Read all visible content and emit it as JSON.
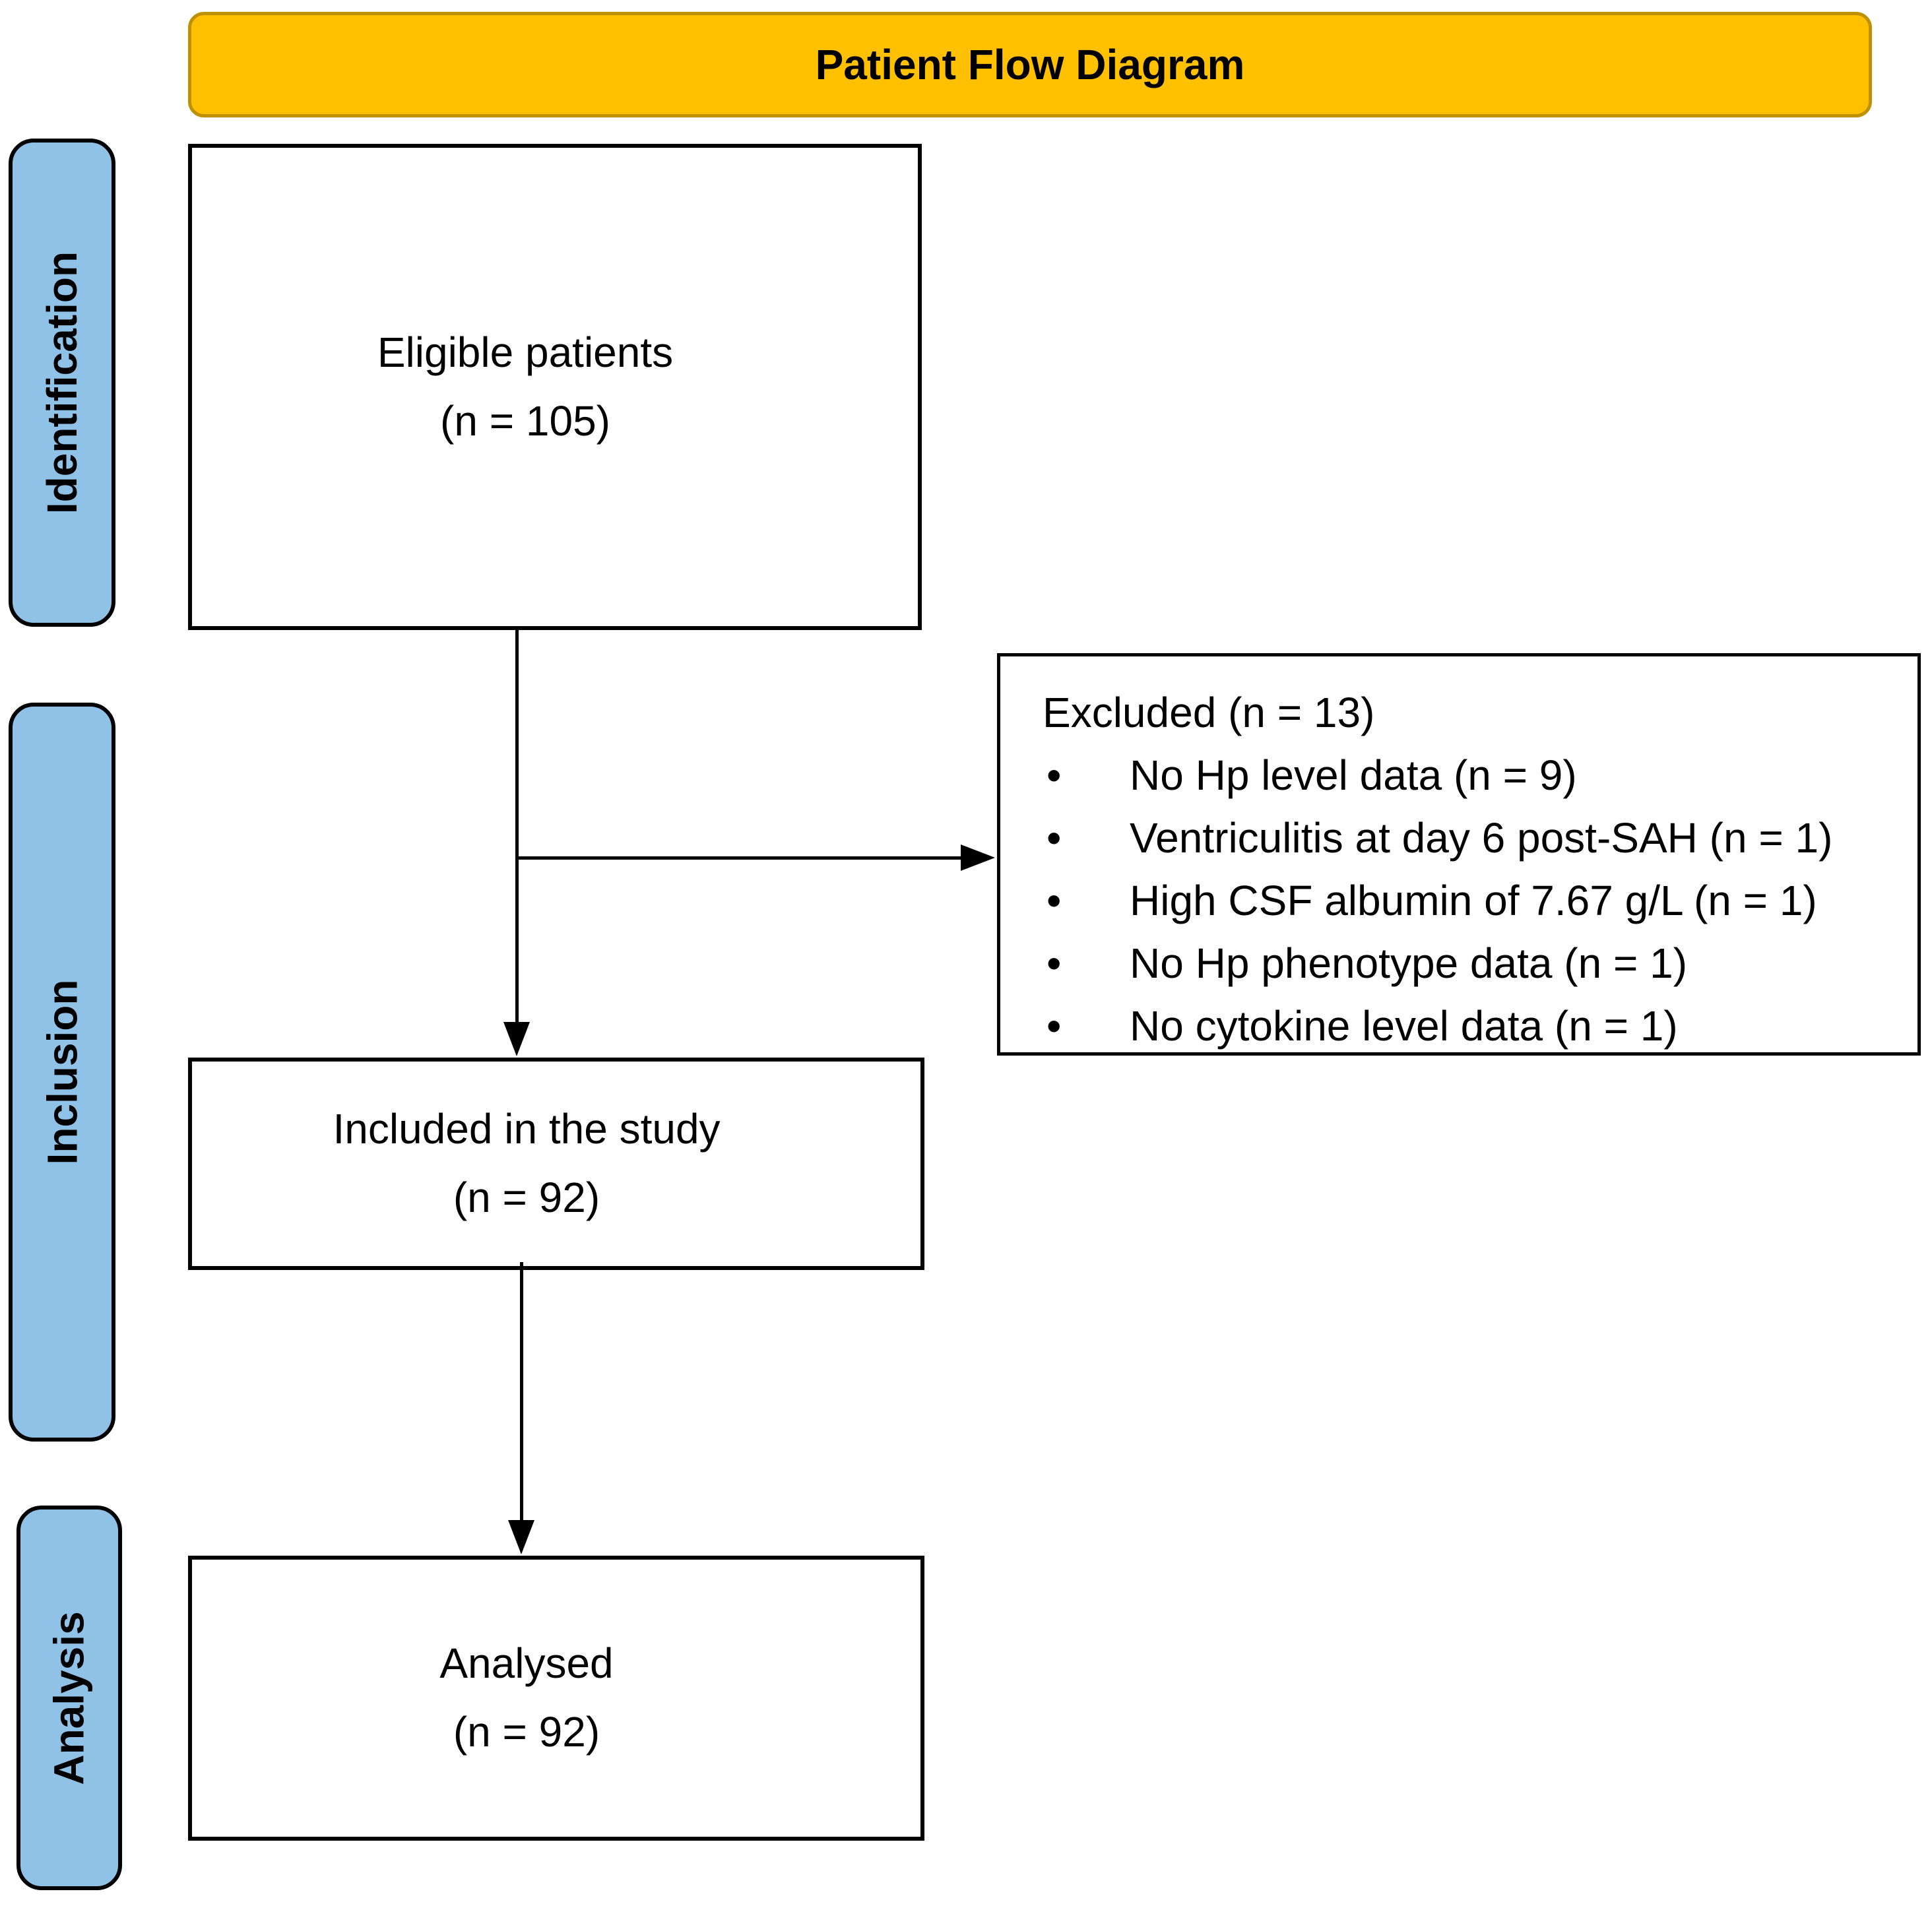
{
  "header": {
    "title": "Patient Flow Diagram"
  },
  "stages": {
    "identification": "Identification",
    "inclusion": "Inclusion",
    "analysis": "Analysis"
  },
  "flow": {
    "eligible": {
      "label": "Eligible patients",
      "count": "(n = 105)"
    },
    "included": {
      "label": "Included in the study",
      "count": "(n = 92)"
    },
    "analysed": {
      "label": "Analysed",
      "count": "(n = 92)"
    }
  },
  "excluded": {
    "title": "Excluded (n = 13)",
    "bullet": "•",
    "items": [
      "No Hp level data (n = 9)",
      "Ventriculitis at day 6 post-SAH (n = 1)",
      "High CSF albumin of 7.67 g/L (n = 1)",
      "No Hp phenotype data (n = 1)",
      "No cytokine level data (n = 1)"
    ]
  },
  "colors": {
    "header_fill": "#FFC000",
    "header_border": "#BF9000",
    "stage_fill": "#90C2E7",
    "line_color": "#000000"
  }
}
